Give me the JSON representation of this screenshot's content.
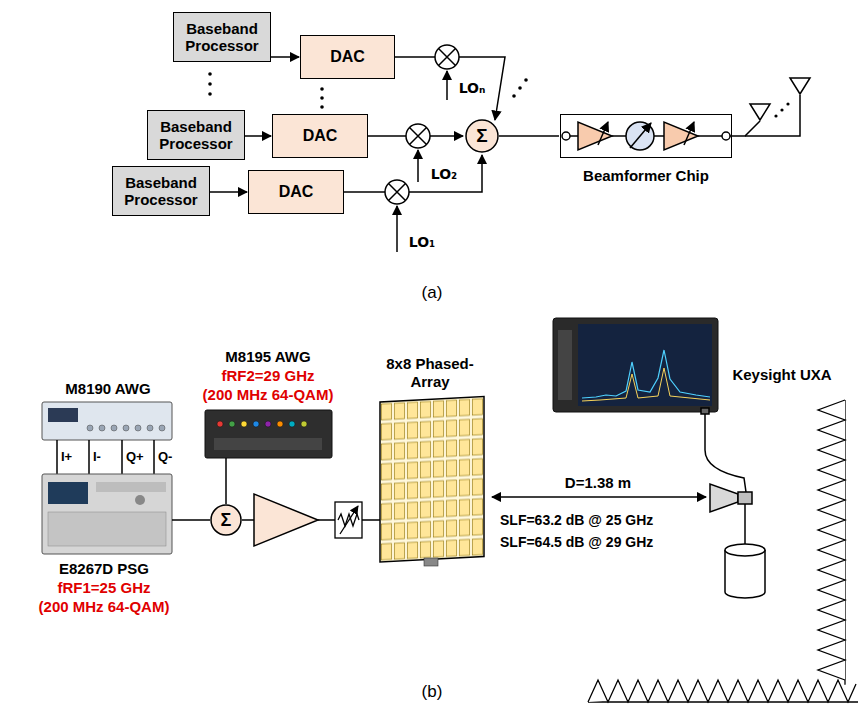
{
  "diagram": {
    "nodes": [
      {
        "text": [
          "Baseband Processor"
        ]
      },
      {
        "text": [
          "DAC"
        ]
      },
      {
        "text": [
          "Baseband Processor"
        ]
      },
      {
        "text": [
          "DAC"
        ]
      },
      {
        "text": [
          "Baseband Processor"
        ]
      },
      {
        "text": [
          "DAC"
        ]
      },
      {
        "text": [
          "Σ"
        ]
      },
      {
        "text": [
          "Beamformer Chip"
        ]
      },
      {
        "text": [
          "Σ"
        ]
      }
    ],
    "edges": [
      {
        "from": 0,
        "to": 1,
        "arrow": "to"
      },
      {
        "from": 2,
        "to": 3,
        "arrow": "to"
      },
      {
        "from": 4,
        "to": 5,
        "arrow": "to"
      },
      {
        "from": 6,
        "to": 7,
        "arrow": "none"
      }
    ],
    "labels": [
      "LOₙ",
      "LO₂",
      "LO₁",
      "(a)",
      "M8195 AWG",
      "fRF2=29 GHz",
      "(200 MHz 64-QAM)",
      "8x8 Phased-Array",
      "Keysight UXA",
      "M8190 AWG",
      "I+",
      "I-",
      "Q+",
      "Q-",
      "E8267D PSG",
      "fRF1=25 GHz",
      "(200 MHz 64-QAM)",
      "D=1.38 m",
      "SLF=63.2 dB @ 25 GHz",
      "SLF=64.5 dB @ 29 GHz",
      "(b)"
    ]
  }
}
